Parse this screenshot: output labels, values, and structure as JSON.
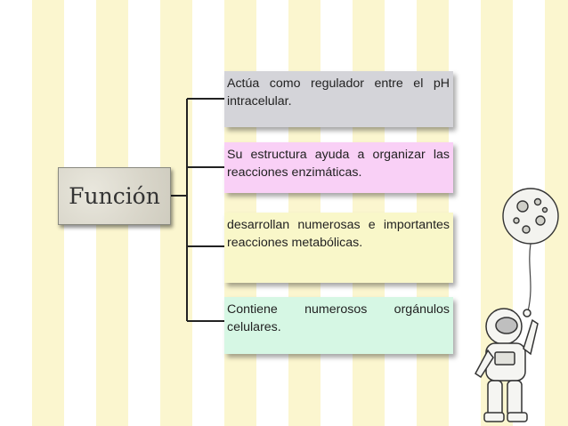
{
  "root": {
    "label": "Función"
  },
  "items": [
    {
      "text": "Actúa como regulador entre el pH intracelular."
    },
    {
      "text": "Su estructura ayuda a organizar las reacciones enzimáticas."
    },
    {
      "text": "desarrollan numerosas e importantes reacciones metabólicas."
    },
    {
      "text": "Contiene numerosos orgánulos celulares."
    }
  ]
}
